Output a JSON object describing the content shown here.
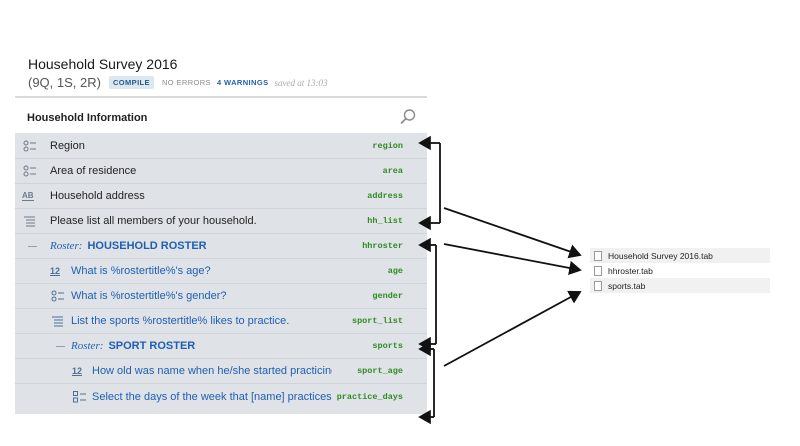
{
  "header": {
    "title": "Household Survey 2016",
    "counts": "(9Q, 1S, 2R)",
    "compile_label": "COMPILE",
    "errors": "NO ERRORS",
    "warnings": "4 WARNINGS",
    "saved": "saved at 13:03"
  },
  "section": {
    "title": "Household Information"
  },
  "rows": [
    {
      "label": "Region",
      "var": "region",
      "icon": "single-select-icon"
    },
    {
      "label": "Area of residence",
      "var": "area",
      "icon": "single-select-icon"
    },
    {
      "label": "Household address",
      "var": "address",
      "icon": "text-question-icon"
    },
    {
      "label": "Please list all members of your household.",
      "var": "hh_list",
      "icon": "list-question-icon"
    },
    {
      "roster_prefix": "Roster:",
      "label": "HOUSEHOLD ROSTER",
      "var": "hhroster"
    },
    {
      "label": "What is %rostertitle%'s age?",
      "var": "age",
      "icon": "numeric-question-icon"
    },
    {
      "label": "What is %rostertitle%'s gender?",
      "var": "gender",
      "icon": "single-select-icon"
    },
    {
      "label": "List the sports %rostertitle% likes to practice.",
      "var": "sport_list",
      "icon": "list-question-icon"
    },
    {
      "roster_prefix": "Roster:",
      "label": "SPORT ROSTER",
      "var": "sports"
    },
    {
      "label": "How old was name when he/she started practicing",
      "var": "sport_age",
      "icon": "numeric-question-icon"
    },
    {
      "label": "Select the days of the week that [name] practices",
      "var": "practice_days",
      "icon": "multi-select-icon"
    }
  ],
  "icons": {
    "numeric": "12",
    "text": "AB"
  },
  "files": [
    "Household Survey 2016.tab",
    "hhroster.tab",
    "sports.tab"
  ]
}
